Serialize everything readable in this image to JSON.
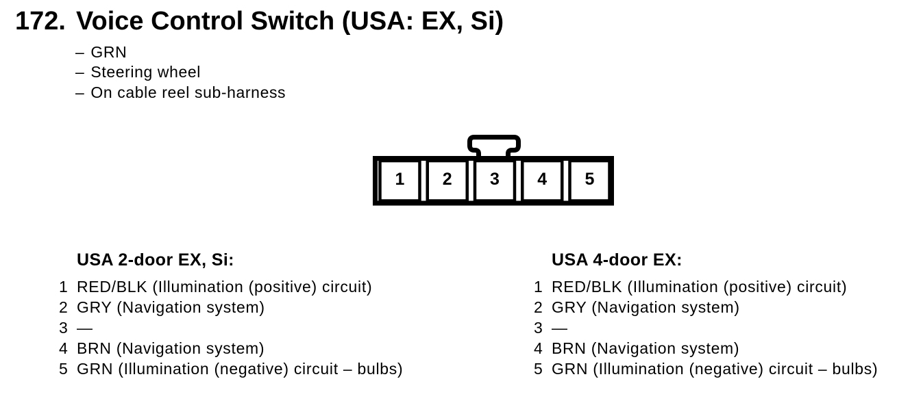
{
  "page": {
    "index": "172.",
    "title": "Voice Control Switch (USA: EX, Si)",
    "notes": [
      {
        "dash": "–",
        "text": "GRN"
      },
      {
        "dash": "–",
        "text": "Steering wheel"
      },
      {
        "dash": "–",
        "text": "On cable reel sub-harness"
      }
    ]
  },
  "connector": {
    "pins": [
      "1",
      "2",
      "3",
      "4",
      "5"
    ]
  },
  "pin_tables": [
    {
      "heading": "USA 2-door EX, Si:",
      "rows": [
        {
          "pin": "1",
          "desc": "RED/BLK (Illumination (positive) circuit)"
        },
        {
          "pin": "2",
          "desc": "GRY (Navigation system)"
        },
        {
          "pin": "3",
          "desc": "—"
        },
        {
          "pin": "4",
          "desc": "BRN (Navigation system)"
        },
        {
          "pin": "5",
          "desc": "GRN (Illumination (negative) circuit – bulbs)"
        }
      ]
    },
    {
      "heading": "USA 4-door EX:",
      "rows": [
        {
          "pin": "1",
          "desc": "RED/BLK (Illumination (positive) circuit)"
        },
        {
          "pin": "2",
          "desc": "GRY (Navigation system)"
        },
        {
          "pin": "3",
          "desc": "—"
        },
        {
          "pin": "4",
          "desc": "BRN (Navigation system)"
        },
        {
          "pin": "5",
          "desc": "GRN (Illumination (negative) circuit – bulbs)"
        }
      ]
    }
  ],
  "colors": {
    "ink": "#000000",
    "paper": "#ffffff"
  }
}
